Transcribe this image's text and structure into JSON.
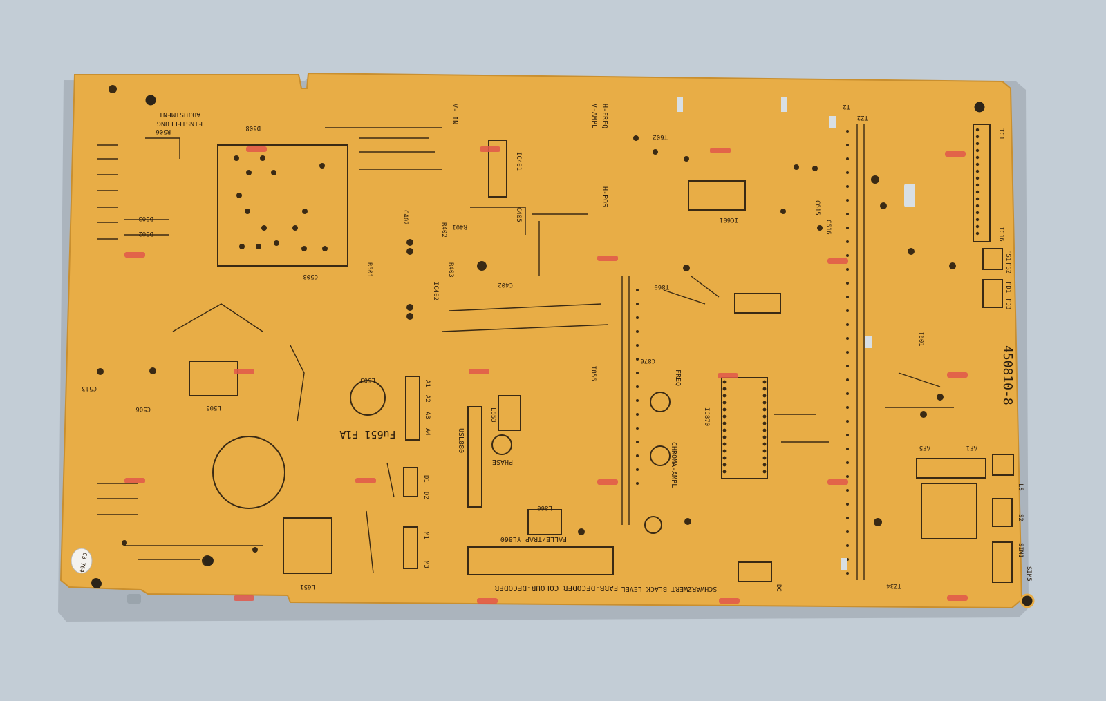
{
  "scene": {
    "background_color": "#c3cdd6",
    "board_color": "#e8ad46",
    "board_edge_color": "#c98f2f",
    "trace_color": "#3a2a14",
    "marker_color": "#e0574a"
  },
  "labels": {
    "part_number": "450810-8",
    "fuse": "Fu651 F1A",
    "adjustment_de": "EINSTELLUNG",
    "adjustment_en": "ADJUSTMENT",
    "colour_decoder": "FARB-DECODER  COLOUR-DECODER",
    "black_level": "SCHWARZWERT  BLACK LEVEL",
    "falle_trap": "FALLE/TRAP YL860",
    "chroma_ampl": "CHROMA-AMPL",
    "phase": "PHASE",
    "freq": "FREQ",
    "v_lin": "V-LIN",
    "v_ampl": "V-AMPL",
    "h_freq": "H-FREQ",
    "h_pos": "H-POS",
    "usl880": "USL880",
    "sticker": "C3 764"
  },
  "components": [
    "IC401",
    "IC601",
    "IC870",
    "IC402",
    "T601",
    "T602",
    "T860",
    "T856",
    "L503",
    "L505",
    "L651",
    "L860",
    "L853",
    "D503",
    "D502",
    "D508",
    "R506",
    "R501",
    "R401",
    "R402",
    "R403",
    "C402",
    "C405",
    "C407",
    "C503",
    "C506",
    "C513",
    "C615",
    "C616",
    "C876",
    "D1",
    "D2",
    "M1",
    "M3",
    "A1",
    "A2",
    "A3",
    "A4",
    "AF1",
    "AF5",
    "LS",
    "S2",
    "SIM1",
    "SIM5",
    "TC1",
    "TC16",
    "FS1",
    "FS2",
    "FD1",
    "FD3",
    "DC",
    "T2",
    "TZ2",
    "TZ34"
  ]
}
